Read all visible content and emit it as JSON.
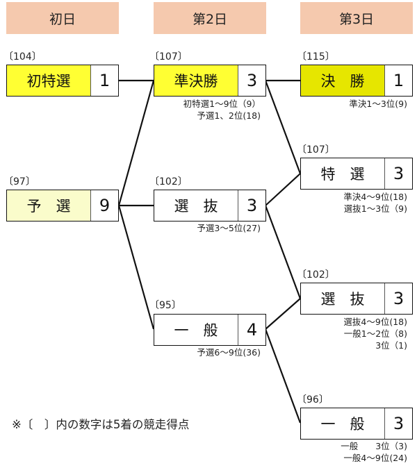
{
  "colors": {
    "header_bg": "#F5C9AE",
    "bright_yellow": "#FFFF33",
    "olive_yellow": "#E6E600",
    "pale_yellow": "#FAFCCB",
    "white": "#FFFFFF",
    "line": "#111111"
  },
  "headers": [
    "初日",
    "第2日",
    "第3日"
  ],
  "day1": {
    "tokusen": {
      "score": "〔104〕",
      "name": "初特選",
      "count": "1"
    },
    "yosen": {
      "score": "〔97〕",
      "name": "予　選",
      "count": "9"
    }
  },
  "day2": {
    "junkessho": {
      "score": "〔107〕",
      "name": "準決勝",
      "count": "3",
      "notes": [
        "初特選1～9位（9）",
        "予選1、2位(18)"
      ]
    },
    "senbatsu": {
      "score": "〔102〕",
      "name": "選　抜",
      "count": "3",
      "notes": [
        "予選3～5位(27)"
      ]
    },
    "ippan": {
      "score": "〔95〕",
      "name": "一　般",
      "count": "4",
      "notes": [
        "予選6～9位(36)"
      ]
    }
  },
  "day3": {
    "kessho": {
      "score": "〔115〕",
      "name": "決　勝",
      "count": "1",
      "notes": [
        "準決1～3位(9)"
      ]
    },
    "tokusen": {
      "score": "〔107〕",
      "name": "特　選",
      "count": "3",
      "notes": [
        "準決4～9位(18)",
        "選抜1～3位（9)"
      ]
    },
    "senbatsu": {
      "score": "〔102〕",
      "name": "選　抜",
      "count": "3",
      "notes": [
        "選抜4～9位(18)",
        "一般1～2位（8)",
        "3位（1)"
      ]
    },
    "ippan": {
      "score": "〔96〕",
      "name": "一　般",
      "count": "3",
      "notes": [
        "一般　　3位（3)",
        "一般4～9位(24)"
      ]
    }
  },
  "footnote": "※〔　〕内の数字は5着の競走得点"
}
